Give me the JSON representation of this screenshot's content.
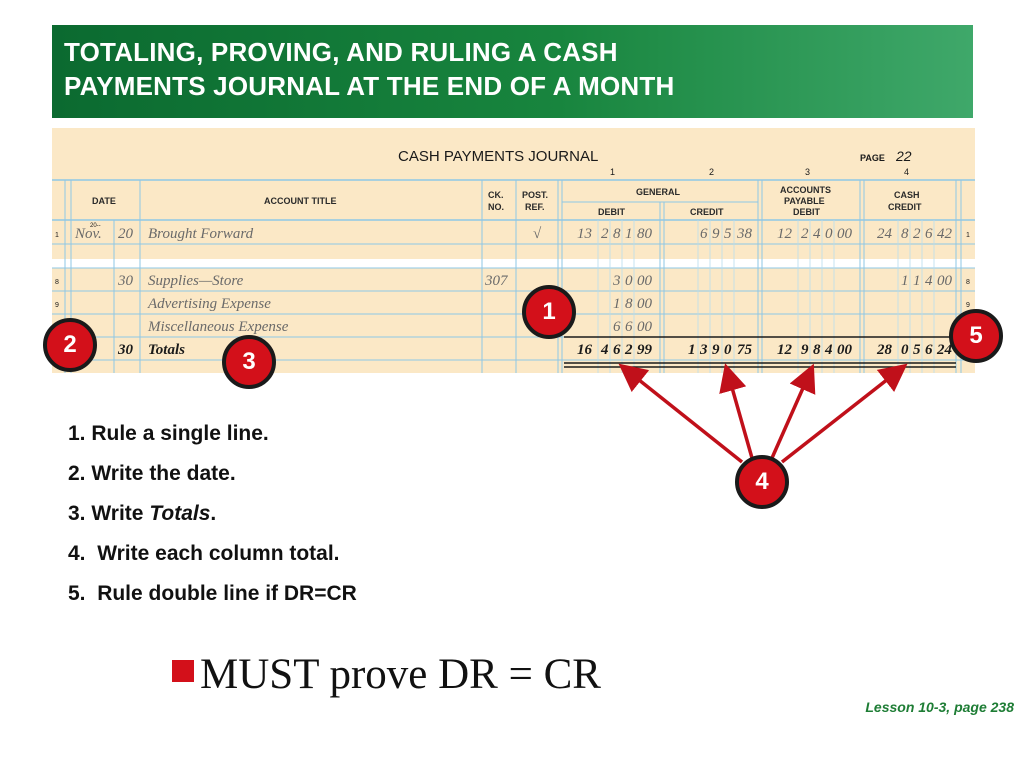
{
  "title": {
    "line1": "TOTALING, PROVING, AND RULING A CASH",
    "line2": "PAYMENTS JOURNAL AT THE END OF A MONTH"
  },
  "journal": {
    "heading": "CASH PAYMENTS JOURNAL",
    "page_label": "PAGE",
    "page_number": "22",
    "column_numbers": [
      "1",
      "2",
      "3",
      "4"
    ],
    "headers": {
      "date": "DATE",
      "account_title": "ACCOUNT TITLE",
      "ck_no_1": "CK.",
      "ck_no_2": "NO.",
      "post_ref_1": "POST.",
      "post_ref_2": "REF.",
      "general": "GENERAL",
      "debit": "DEBIT",
      "credit": "CREDIT",
      "ap_1": "ACCOUNTS",
      "ap_2": "PAYABLE",
      "ap_3": "DEBIT",
      "cash_1": "CASH",
      "cash_2": "CREDIT"
    },
    "rows": [
      {
        "line": "1",
        "year": "20--",
        "month": "Nov.",
        "day": "20",
        "account": "Brought Forward",
        "ck": "",
        "post_ref": "√",
        "gen_debit": [
          "13",
          "2",
          "8",
          "1",
          "80"
        ],
        "gen_credit": [
          "6",
          "9",
          "5",
          "38"
        ],
        "ap_debit": [
          "12",
          "2",
          "4",
          "0",
          "00"
        ],
        "cash_credit": [
          "24",
          "8",
          "2",
          "6",
          "42"
        ]
      },
      {
        "line": "8",
        "day": "30",
        "account": "Supplies—Store",
        "ck": "307",
        "gen_debit": [
          "3",
          "0",
          "00"
        ],
        "cash_credit": [
          "1",
          "1",
          "4",
          "00"
        ]
      },
      {
        "line": "9",
        "account": "Advertising Expense",
        "gen_debit": [
          "1",
          "8",
          "00"
        ]
      },
      {
        "account": "Miscellaneous Expense",
        "gen_debit": [
          "6",
          "6",
          "00"
        ]
      },
      {
        "day": "30",
        "account": "Totals",
        "gen_debit": [
          "16",
          "4",
          "6",
          "2",
          "99"
        ],
        "gen_credit": [
          "1",
          "3",
          "9",
          "0",
          "75"
        ],
        "ap_debit": [
          "12",
          "9",
          "8",
          "4",
          "00"
        ],
        "cash_credit": [
          "28",
          "0",
          "5",
          "6",
          "24"
        ]
      }
    ]
  },
  "callouts": [
    "1",
    "2",
    "3",
    "4",
    "5"
  ],
  "steps": [
    {
      "num": "1.",
      "text": "Rule a single line."
    },
    {
      "num": "2.",
      "text": "Write the date."
    },
    {
      "num": "3.",
      "pre": "Write ",
      "em": "Totals",
      "post": "."
    },
    {
      "num": "4.",
      "text": " Write each column total."
    },
    {
      "num": "5.",
      "text": " Rule double line if DR=CR"
    }
  ],
  "must_prove": "MUST prove DR = CR",
  "lesson": "Lesson 10-3, page 238",
  "colors": {
    "title_green": "#18853e",
    "paper": "#fbe8c6",
    "grid_blue": "#8ec7e6",
    "callout_red": "#d3101a",
    "lesson_green": "#1e7d35"
  }
}
